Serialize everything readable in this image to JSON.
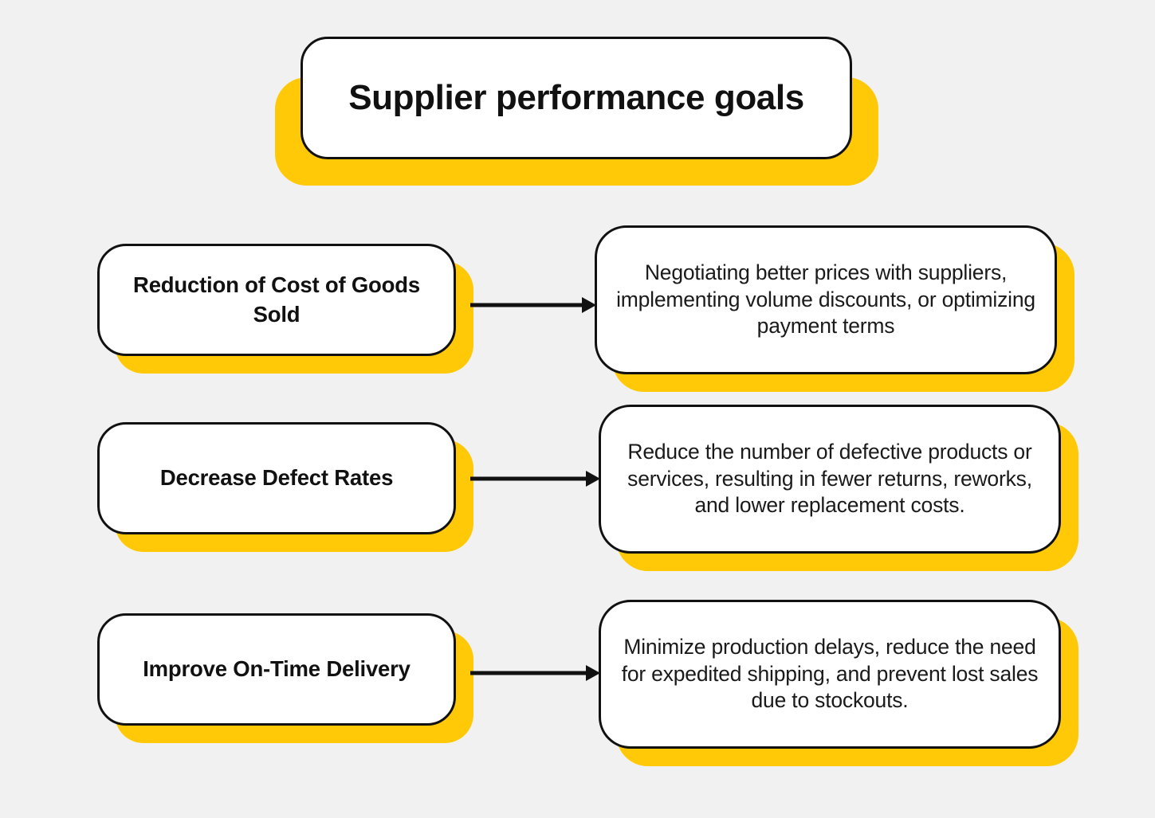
{
  "page": {
    "background_color": "#F1F1F1",
    "accent_color": "#FFC907",
    "outline_color": "#111111"
  },
  "title": {
    "text": "Supplier performance goals"
  },
  "rows": [
    {
      "goal": "Reduction of Cost of Goods Sold",
      "detail": "Negotiating better prices with suppliers, implementing volume discounts, or optimizing payment terms",
      "connector": "arrow-right-icon"
    },
    {
      "goal": "Decrease Defect Rates",
      "detail": "Reduce the number of defective products or services, resulting in fewer returns, reworks, and lower replacement costs.",
      "connector": "arrow-right-icon"
    },
    {
      "goal": "Improve On-Time Delivery",
      "detail": "Minimize production delays, reduce the need for expedited shipping, and prevent lost sales due to stockouts.",
      "connector": "arrow-right-icon"
    }
  ]
}
